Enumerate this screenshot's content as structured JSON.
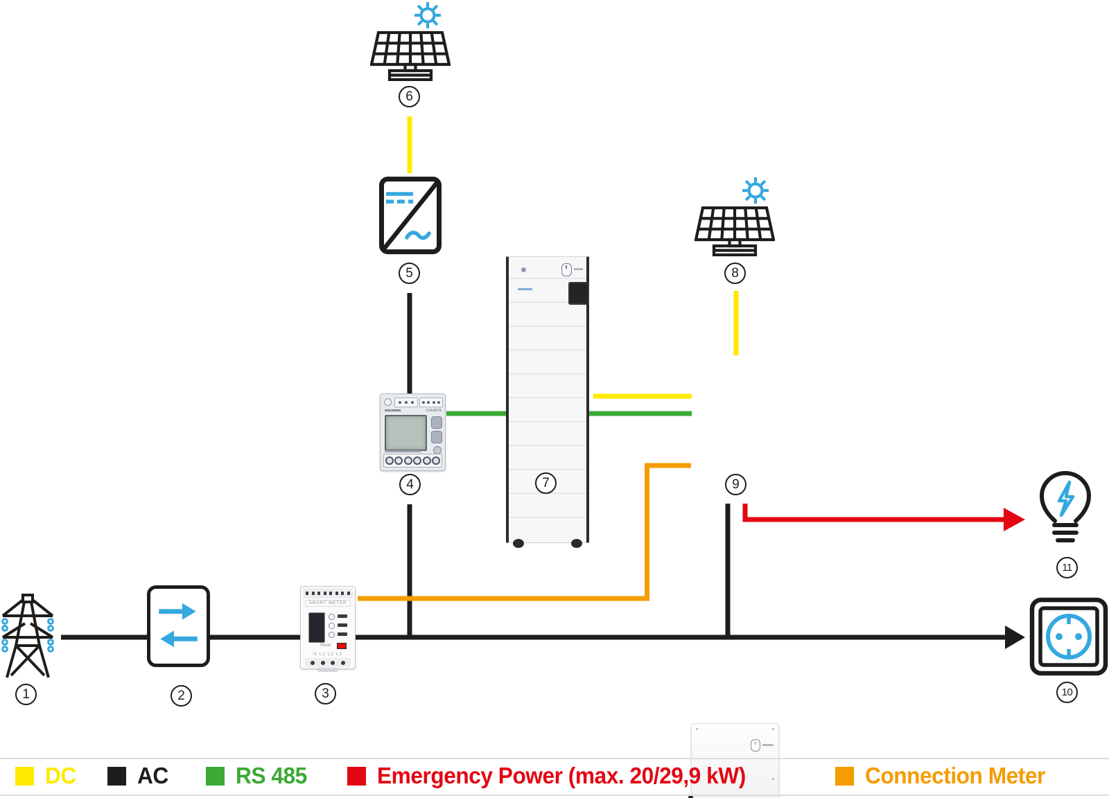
{
  "colors": {
    "dc": "#FFE900",
    "ac": "#1D1D1B",
    "rs485": "#3AAA35",
    "emergency": "#E30613",
    "connection": "#F59C00",
    "icon_blue": "#35A8DF",
    "divider_gray": "#DCDCDC"
  },
  "legend": {
    "items": [
      {
        "key": "dc",
        "label": "DC"
      },
      {
        "key": "ac",
        "label": "AC"
      },
      {
        "key": "rs485",
        "label": "RS 485"
      },
      {
        "key": "emergency",
        "label": "Emergency Power (max. 20/29,9 kW)"
      },
      {
        "key": "connection",
        "label": "Connection Meter"
      }
    ]
  },
  "nodes": {
    "grid": {
      "num": "1"
    },
    "exchange_meter": {
      "num": "2"
    },
    "smart_meter": {
      "num": "3",
      "label": "SMART METER",
      "reset_label": "Reset",
      "terminals": "N L1 L2 L3"
    },
    "energy_meter": {
      "num": "4",
      "brand": "socomec",
      "model": "COUNTIS"
    },
    "inverter_symbol": {
      "num": "5"
    },
    "pv_array_1": {
      "num": "6"
    },
    "battery": {
      "num": "7"
    },
    "pv_array_2": {
      "num": "8"
    },
    "hybrid_inverter": {
      "num": "9"
    },
    "socket": {
      "num": "10"
    },
    "emergency_load": {
      "num": "11"
    }
  }
}
